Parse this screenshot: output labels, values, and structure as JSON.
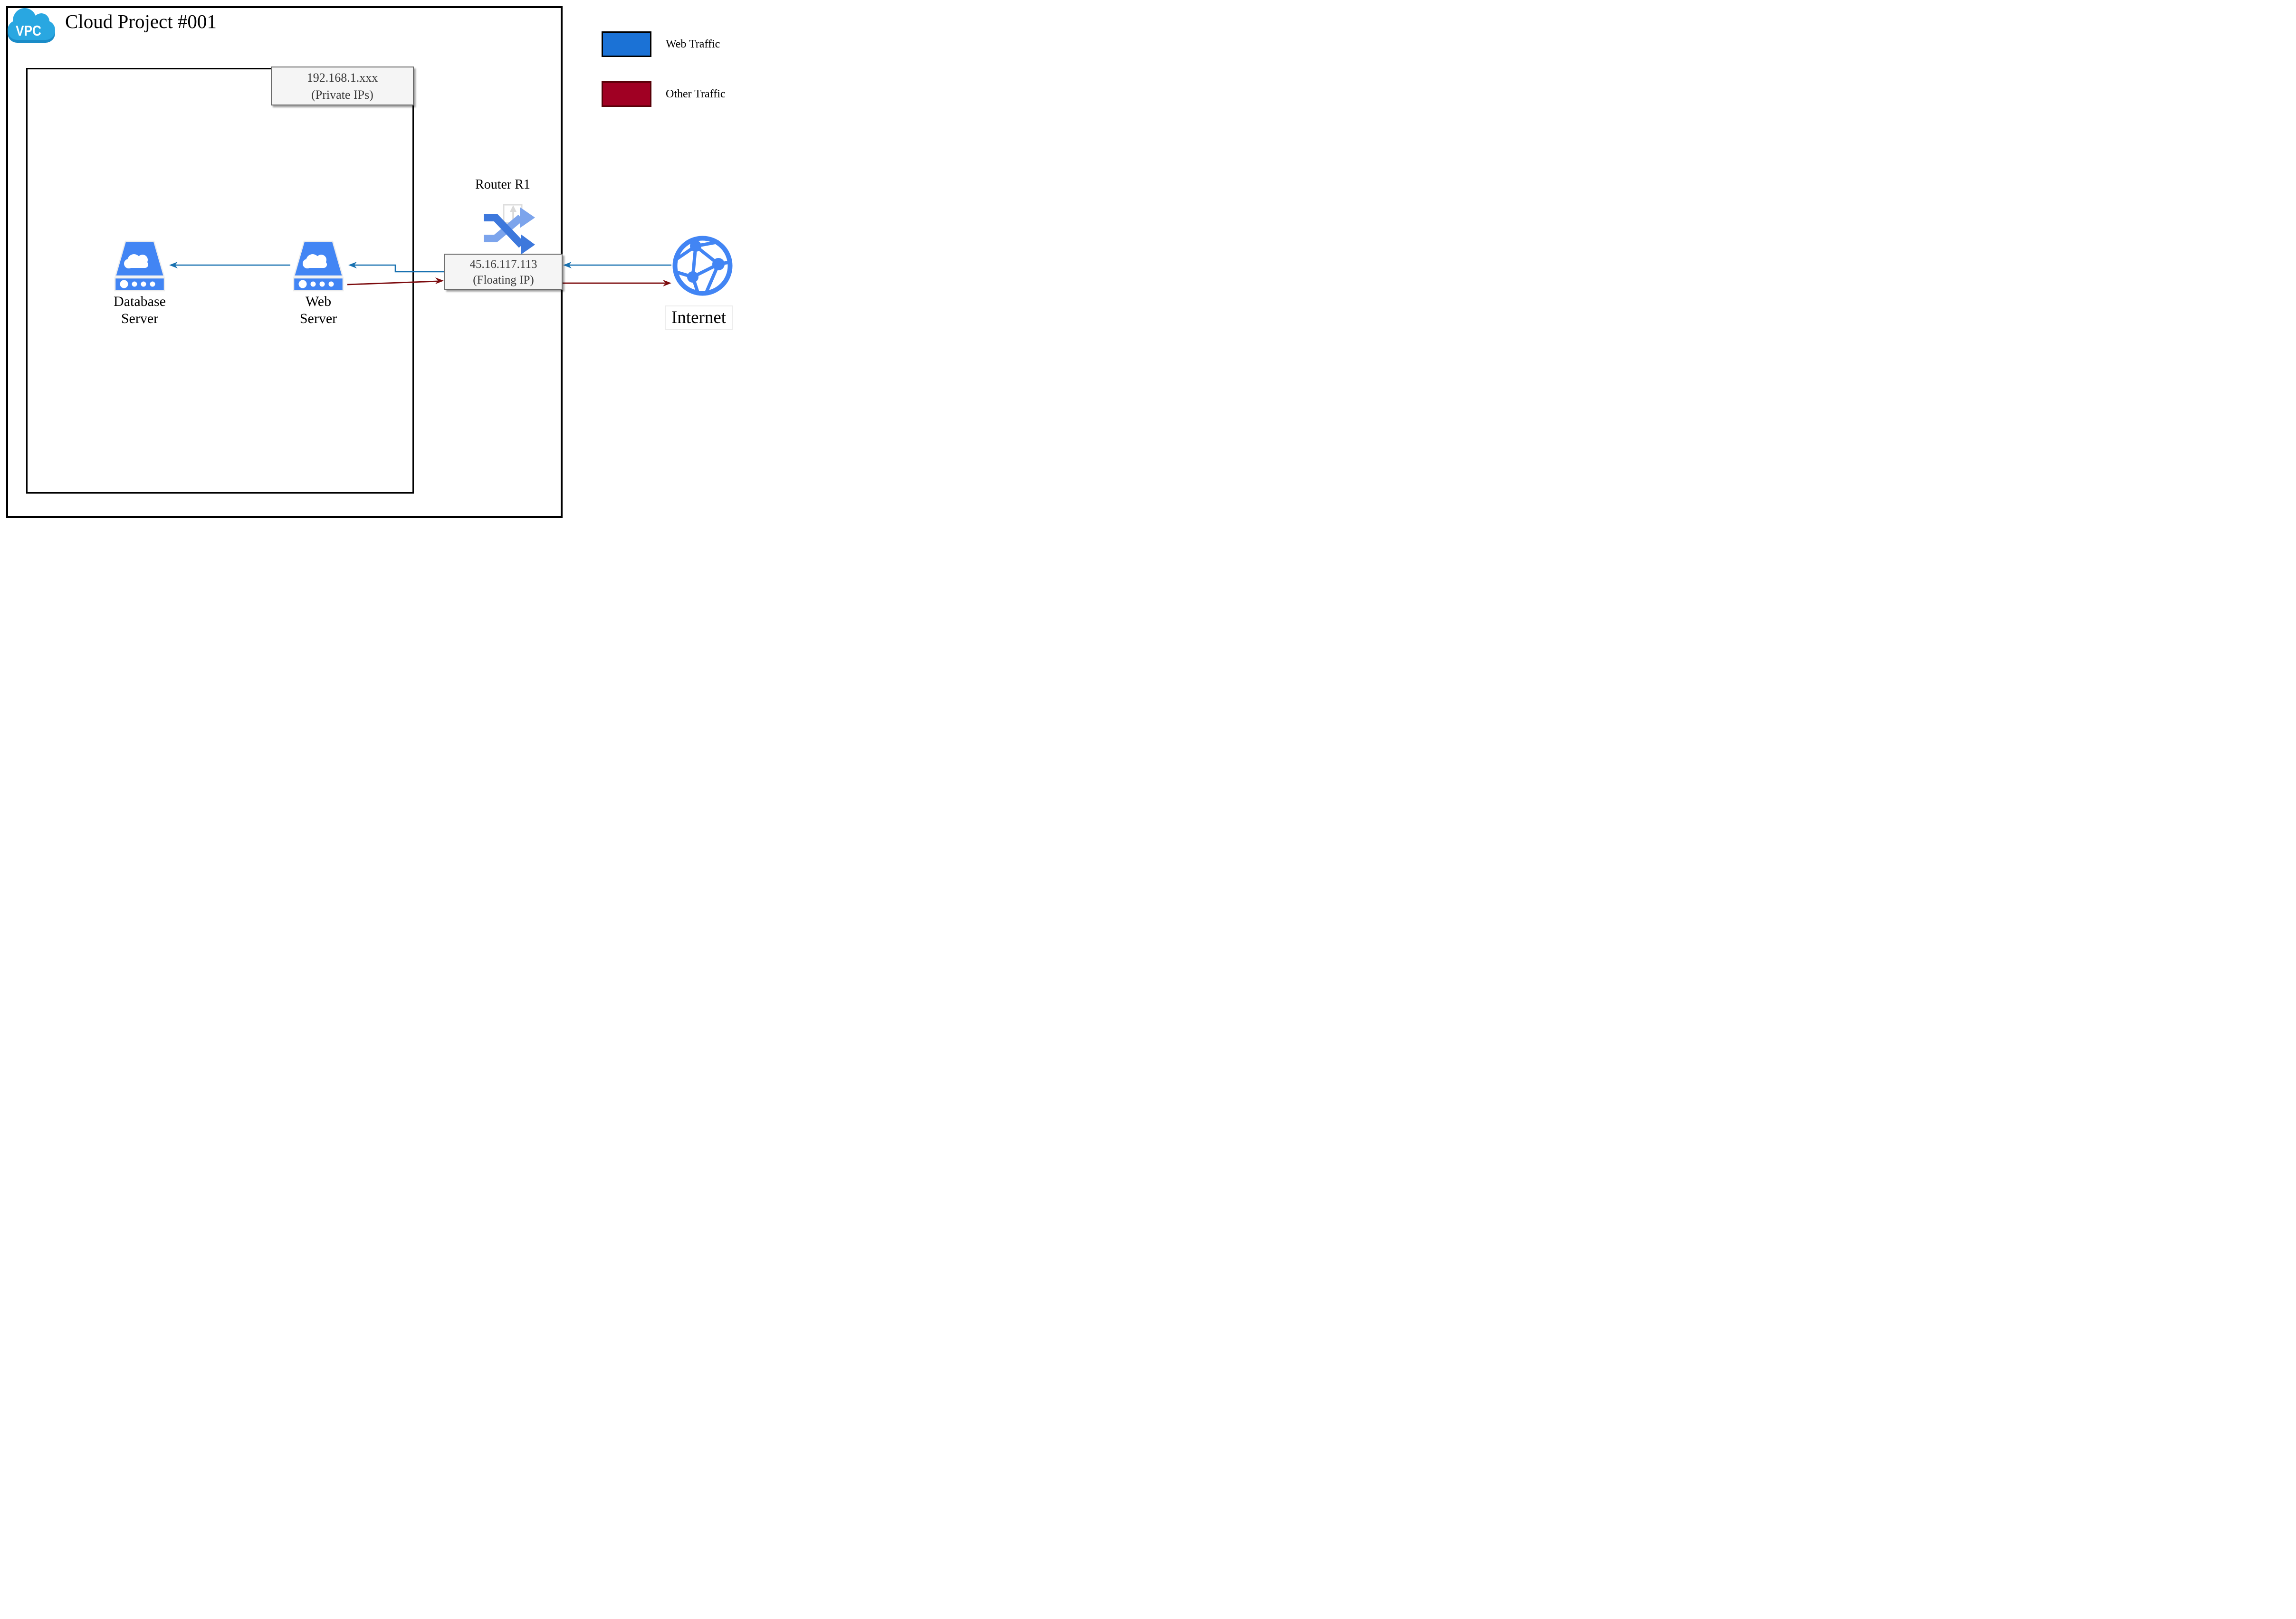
{
  "title": "Cloud Project #001",
  "vpc": {
    "label": "VPC"
  },
  "private_network": {
    "line1": "192.168.1.xxx",
    "line2": "(Private IPs)"
  },
  "nodes": {
    "database_server": {
      "line1": "Database",
      "line2": "Server"
    },
    "web_server": {
      "line1": "Web",
      "line2": "Server"
    },
    "router": {
      "label": "Router R1"
    },
    "floating_ip": {
      "line1": "45.16.117.113",
      "line2": "(Floating IP)"
    },
    "internet": {
      "label": "Internet"
    }
  },
  "legend": {
    "items": [
      {
        "label": "Web Traffic",
        "color": "#1b72d6"
      },
      {
        "label": "Other Traffic",
        "color": "#a00023"
      }
    ]
  },
  "colors": {
    "web_traffic_line": "#1871b0",
    "other_traffic_line": "#7c0b0e",
    "node_blue": "#4285f4",
    "router_dark_blue": "#3d78dc",
    "router_light_blue": "#7ca4ec",
    "vpc_cloud_blue": "#29a7e1",
    "vpc_cloud_shadow": "#1a8cc8",
    "label_box_fill": "#f5f5f5"
  }
}
